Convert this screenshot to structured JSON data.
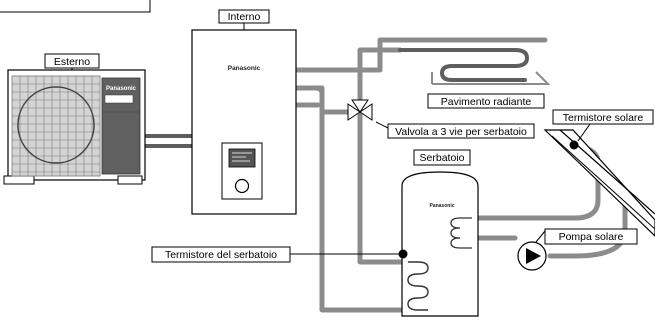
{
  "labels": {
    "esterno": "Esterno",
    "interno": "Interno",
    "pavimento": "Pavimento radiante",
    "valvola": "Valvola a 3 vie per serbatoio",
    "termistore_solare": "Termistore solare",
    "serbatoio": "Serbatoio",
    "termistore_serbatoio": "Termistore del serbatoio",
    "pompa_solare": "Pompa solare"
  },
  "brand": {
    "outdoor": "Panasonic",
    "indoor": "Panasonic",
    "tank": "Panasonic"
  }
}
